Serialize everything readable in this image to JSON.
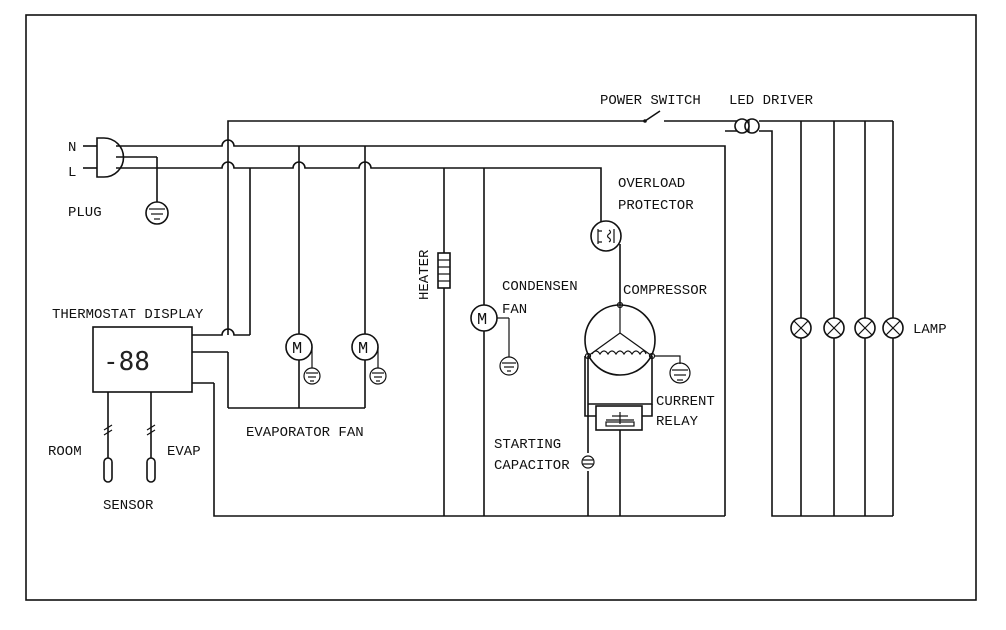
{
  "labels": {
    "n": "N",
    "l": "L",
    "plug": "PLUG",
    "power_switch": "POWER SWITCH",
    "led_driver": "LED DRIVER",
    "overload_protector_1": "OVERLOAD",
    "overload_protector_2": "PROTECTOR",
    "heater": "HEATER",
    "condensen": "CONDENSEN",
    "fan": "FAN",
    "compressor": "COMPRESSOR",
    "thermostat_display": "THERMOSTAT DISPLAY",
    "lamp": "LAMP",
    "current": "CURRENT",
    "relay": "RELAY",
    "starting": "STARTING",
    "capacitor": "CAPACITOR",
    "evaporator_fan": "EVAPORATOR FAN",
    "room": "ROOM",
    "evap": "EVAP",
    "sensor": "SENSOR",
    "motor_symbol": "M",
    "display_value": "-88"
  }
}
